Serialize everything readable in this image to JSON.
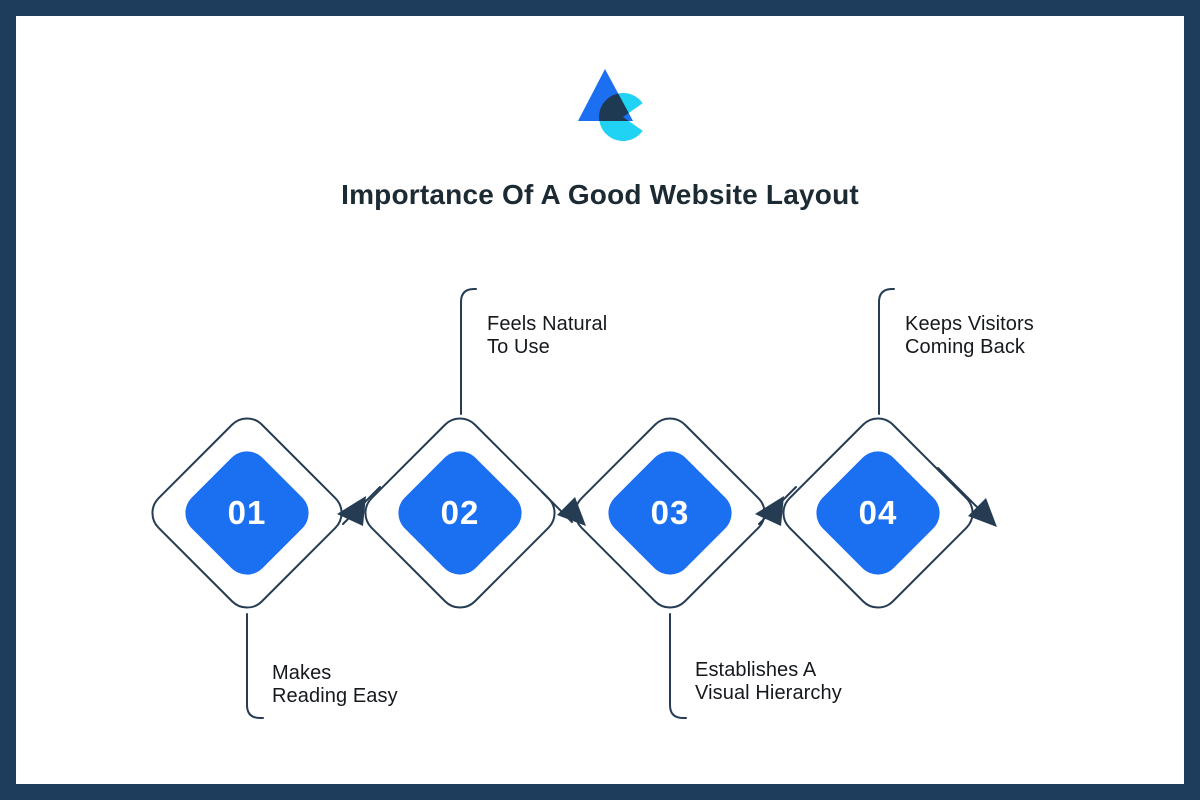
{
  "title": {
    "text": "Importance Of A Good Website Layout"
  },
  "logo": {
    "icon": "triangle-pacman-logo"
  },
  "steps": [
    {
      "number": "01",
      "label_line1": "Makes",
      "label_line2": "Reading Easy",
      "label_position": "below"
    },
    {
      "number": "02",
      "label_line1": "Feels Natural",
      "label_line2": "To Use",
      "label_position": "above"
    },
    {
      "number": "03",
      "label_line1": "Establishes A",
      "label_line2": "Visual Hierarchy",
      "label_position": "below"
    },
    {
      "number": "04",
      "label_line1": "Keeps Visitors",
      "label_line2": "Coming Back",
      "label_position": "above"
    }
  ],
  "colors": {
    "frame_color": "#1e3d5c",
    "line_color": "#263c52",
    "diamond_fill": "#1b70f1",
    "number_color": "#ffffff",
    "title_color": "#1c2a33",
    "label_color": "#15191e",
    "logo_triangle": "#1b6ff0",
    "logo_circle": "#20d3f5",
    "logo_overlap": "#1e3a52"
  }
}
